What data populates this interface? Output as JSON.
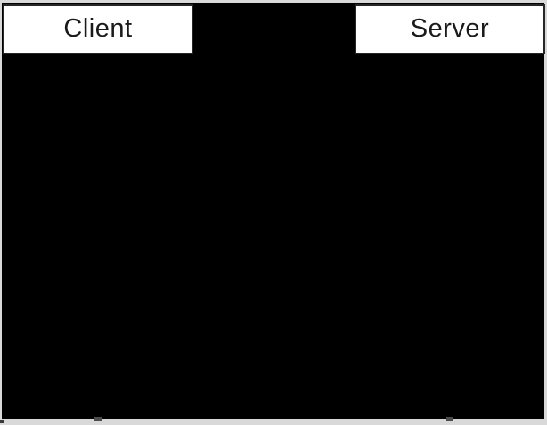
{
  "diagram": {
    "type": "sequence",
    "participants": [
      {
        "label": "Client"
      },
      {
        "label": "Server"
      }
    ],
    "colors": {
      "frame": "#d9d9d9",
      "canvas_background": "#000000",
      "participant_fill": "#ffffff",
      "participant_border": "#262626",
      "label_text": "#1a1a1a",
      "lifeline_stub": "#4d4d4d"
    }
  }
}
